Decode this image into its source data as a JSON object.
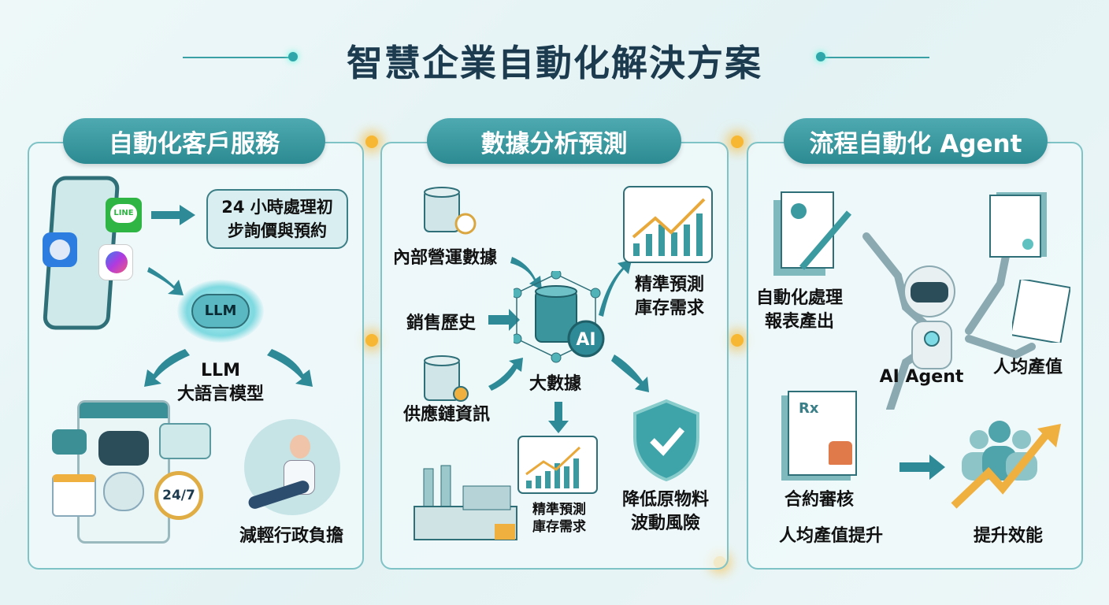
{
  "title": "智慧企業自動化解決方案",
  "sections": [
    {
      "header": "自動化客戶服務",
      "bubble_text": [
        "24 小時處理初",
        "步詢價與預約"
      ],
      "line_logo": "LINE",
      "llm_badge": "LLM",
      "llm_label": [
        "LLM",
        "大語言模型"
      ],
      "clock_text": "24/7",
      "result": "減輕行政負擔"
    },
    {
      "header": "數據分析預測",
      "inputs": [
        "內部營運數據",
        "銷售歷史",
        "供應鏈資訊"
      ],
      "center_label": "大數據",
      "ai_badge": "AI",
      "output_top": [
        "精準預測",
        "庫存需求"
      ],
      "output_bottom": [
        "精準預測",
        "庫存需求"
      ],
      "output_right": [
        "降低原物料",
        "波動風險"
      ]
    },
    {
      "header": "流程自動化 Agent",
      "report_label": [
        "自動化處理",
        "報表產出"
      ],
      "agent_label": "AI Agent",
      "productivity_label": "人均產值",
      "rx_mark": "Rx",
      "contract_label": "合約審核",
      "bottom_left": "人均產值提升",
      "bottom_right": "提升效能"
    }
  ],
  "colors": {
    "teal": "#2c8a92",
    "navy": "#1d3b4f",
    "gold": "#f0b040"
  }
}
